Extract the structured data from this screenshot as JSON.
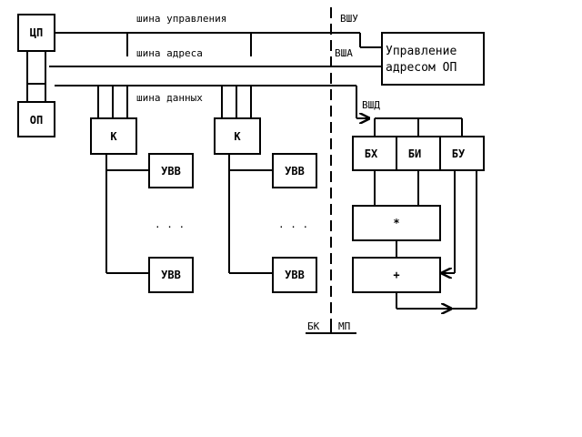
{
  "buses": {
    "control": "шина управления",
    "address": "шина адреса",
    "data": "шина данных"
  },
  "bus_tags": {
    "control": "ВШУ",
    "address": "ВША",
    "data": "ВШД"
  },
  "blocks": {
    "cpu": "ЦП",
    "memory": "ОП",
    "addr_ctrl_line1": "Управление",
    "addr_ctrl_line2": "адресом ОП",
    "channel_left": "К",
    "channel_right": "К",
    "io_device": "УВВ",
    "bx": "БХ",
    "bi": "БИ",
    "bu": "БУ",
    "multiply": "*",
    "add": "+"
  },
  "ellipsis": ". . .",
  "section_labels": {
    "left": "БК",
    "right": "МП"
  }
}
